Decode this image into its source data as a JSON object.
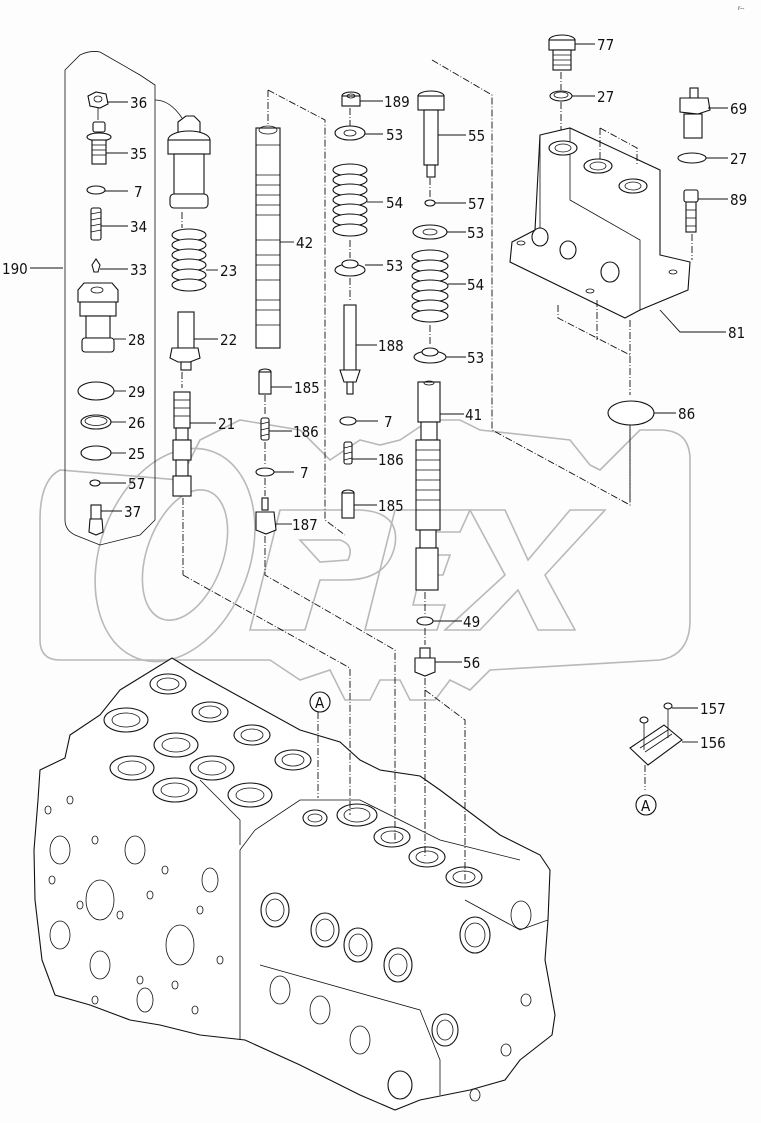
{
  "diagram": {
    "type": "exploded-parts-diagram",
    "subject": "control valve assembly",
    "watermark": "OPEX",
    "corner_mark": "r--",
    "reference_marker": "A",
    "callouts": [
      {
        "id": "c36",
        "label": "36"
      },
      {
        "id": "c35",
        "label": "35"
      },
      {
        "id": "c7a",
        "label": "7"
      },
      {
        "id": "c34",
        "label": "34"
      },
      {
        "id": "c190",
        "label": "190"
      },
      {
        "id": "c33",
        "label": "33"
      },
      {
        "id": "c28",
        "label": "28"
      },
      {
        "id": "c29",
        "label": "29"
      },
      {
        "id": "c26",
        "label": "26"
      },
      {
        "id": "c25",
        "label": "25"
      },
      {
        "id": "c57a",
        "label": "57"
      },
      {
        "id": "c37",
        "label": "37"
      },
      {
        "id": "c23",
        "label": "23"
      },
      {
        "id": "c22",
        "label": "22"
      },
      {
        "id": "c21",
        "label": "21"
      },
      {
        "id": "c42",
        "label": "42"
      },
      {
        "id": "c185a",
        "label": "185"
      },
      {
        "id": "c186a",
        "label": "186"
      },
      {
        "id": "c7b",
        "label": "7"
      },
      {
        "id": "c187",
        "label": "187"
      },
      {
        "id": "c189",
        "label": "189"
      },
      {
        "id": "c53a",
        "label": "53"
      },
      {
        "id": "c54a",
        "label": "54"
      },
      {
        "id": "c53b",
        "label": "53"
      },
      {
        "id": "c188",
        "label": "188"
      },
      {
        "id": "c7c",
        "label": "7"
      },
      {
        "id": "c186b",
        "label": "186"
      },
      {
        "id": "c185b",
        "label": "185"
      },
      {
        "id": "c55",
        "label": "55"
      },
      {
        "id": "c57b",
        "label": "57"
      },
      {
        "id": "c53c",
        "label": "53"
      },
      {
        "id": "c54b",
        "label": "54"
      },
      {
        "id": "c53d",
        "label": "53"
      },
      {
        "id": "c41",
        "label": "41"
      },
      {
        "id": "c49",
        "label": "49"
      },
      {
        "id": "c56",
        "label": "56"
      },
      {
        "id": "c77",
        "label": "77"
      },
      {
        "id": "c27a",
        "label": "27"
      },
      {
        "id": "c69",
        "label": "69"
      },
      {
        "id": "c27b",
        "label": "27"
      },
      {
        "id": "c89",
        "label": "89"
      },
      {
        "id": "c81",
        "label": "81"
      },
      {
        "id": "c86",
        "label": "86"
      },
      {
        "id": "c157",
        "label": "157"
      },
      {
        "id": "c156",
        "label": "156"
      }
    ]
  }
}
